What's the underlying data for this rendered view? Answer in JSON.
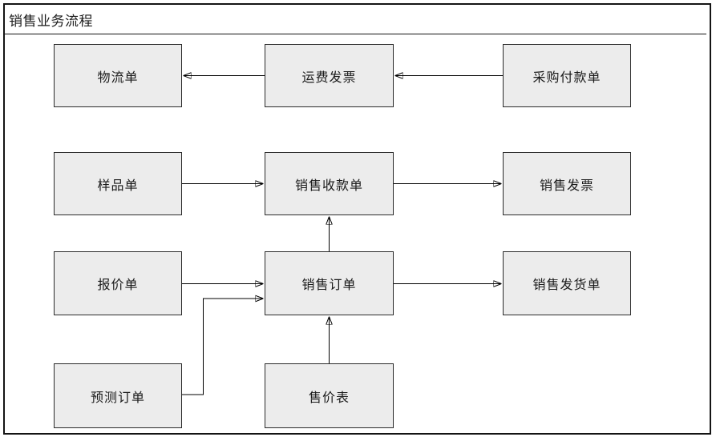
{
  "title": "销售业务流程",
  "diagram": {
    "nodes": [
      {
        "id": "logistics-order",
        "label": "物流单"
      },
      {
        "id": "freight-invoice",
        "label": "运费发票"
      },
      {
        "id": "purchase-payment-order",
        "label": "采购付款单"
      },
      {
        "id": "sample-order",
        "label": "样品单"
      },
      {
        "id": "sales-receipt-order",
        "label": "销售收款单"
      },
      {
        "id": "sales-invoice",
        "label": "销售发票"
      },
      {
        "id": "quotation-order",
        "label": "报价单"
      },
      {
        "id": "sales-order",
        "label": "销售订单"
      },
      {
        "id": "sales-delivery-order",
        "label": "销售发货单"
      },
      {
        "id": "forecast-order",
        "label": "预测订单"
      },
      {
        "id": "price-list",
        "label": "售价表"
      }
    ],
    "edges": [
      {
        "from": "运费发票",
        "to": "物流单"
      },
      {
        "from": "采购付款单",
        "to": "运费发票"
      },
      {
        "from": "样品单",
        "to": "销售收款单"
      },
      {
        "from": "销售收款单",
        "to": "销售发票"
      },
      {
        "from": "报价单",
        "to": "销售订单"
      },
      {
        "from": "销售订单",
        "to": "销售发货单"
      },
      {
        "from": "销售订单",
        "to": "销售收款单"
      },
      {
        "from": "售价表",
        "to": "销售订单"
      },
      {
        "from": "预测订单",
        "to": "销售订单"
      }
    ]
  },
  "colors": {
    "node_fill": "#ececec",
    "node_border": "#2b2b2b",
    "connector": "#000000",
    "frame_border": "#141414",
    "background": "#ffffff",
    "text": "#1a1a1a"
  }
}
